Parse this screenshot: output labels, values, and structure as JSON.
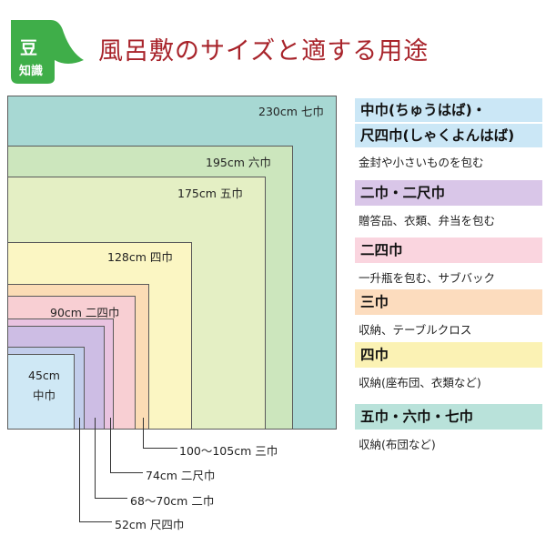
{
  "badge": {
    "line1": "豆",
    "line2": "知識",
    "color": "#3fae49"
  },
  "title": "風呂敷のサイズと適する用途",
  "diagram": {
    "squares": [
      {
        "label": "230cm 七巾",
        "color": "#a7d8d3"
      },
      {
        "label": "195cm 六巾",
        "color": "#cce6bd"
      },
      {
        "label": "175cm 五巾",
        "color": "#e4efc4"
      },
      {
        "label": "128cm 四巾",
        "color": "#fbf6c3"
      },
      {
        "label": "100〜105cm 三巾",
        "color": "#fbdcb5"
      },
      {
        "label": "90cm 二四巾",
        "color": "#f8cfd3"
      },
      {
        "label": "74cm 二尺巾",
        "color": "#e9c3e0"
      },
      {
        "label": "68〜70cm 二巾",
        "color": "#cdbde4"
      },
      {
        "label": "52cm 尺四巾",
        "color": "#c2cdeb"
      },
      {
        "label": "45cm",
        "label2": "中巾",
        "color": "#cfe8f5"
      }
    ]
  },
  "legend": [
    {
      "heads": [
        "中巾(ちゅうはば)・",
        "尺四巾(しゃくよんはば)"
      ],
      "desc": "金封や小さいものを包む",
      "color": "#cbe7f6"
    },
    {
      "heads": [
        "二巾・二尺巾"
      ],
      "desc": "贈答品、衣類、弁当を包む",
      "color": "#d9c6e8"
    },
    {
      "heads": [
        "二四巾"
      ],
      "desc": "一升瓶を包む、サブバック",
      "color": "#fad5df"
    },
    {
      "heads": [
        "三巾"
      ],
      "desc": "収納、テーブルクロス",
      "color": "#fcdcbe"
    },
    {
      "heads": [
        "四巾"
      ],
      "desc": "収納(座布団、衣類など)",
      "color": "#fbf2b4"
    },
    {
      "heads": [
        "五巾・六巾・七巾"
      ],
      "desc": "収納(布団など)",
      "color": "#b9e2da"
    }
  ]
}
